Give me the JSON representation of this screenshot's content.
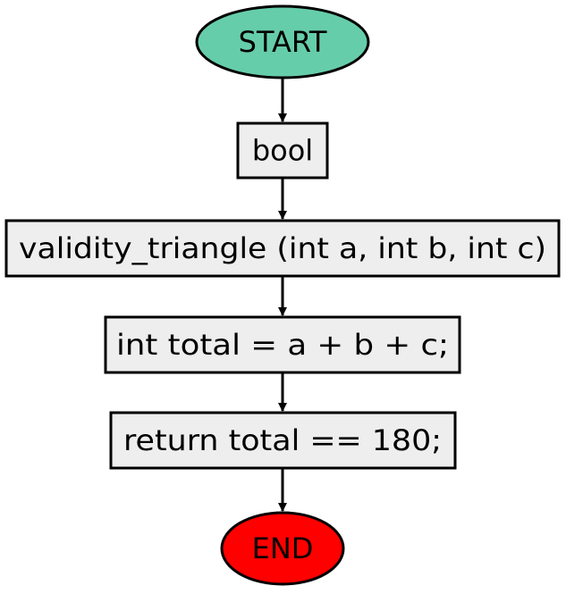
{
  "flowchart": {
    "start": {
      "label": "START",
      "color": "#66cdaa"
    },
    "steps": [
      {
        "label": "bool"
      },
      {
        "label": "validity_triangle (int a, int b, int c)"
      },
      {
        "label": "int total = a + b + c;"
      },
      {
        "label": "return total == 180;"
      }
    ],
    "end": {
      "label": "END",
      "color": "#ff0000"
    },
    "box_fill": "#eeeeee",
    "stroke": "#000000"
  }
}
